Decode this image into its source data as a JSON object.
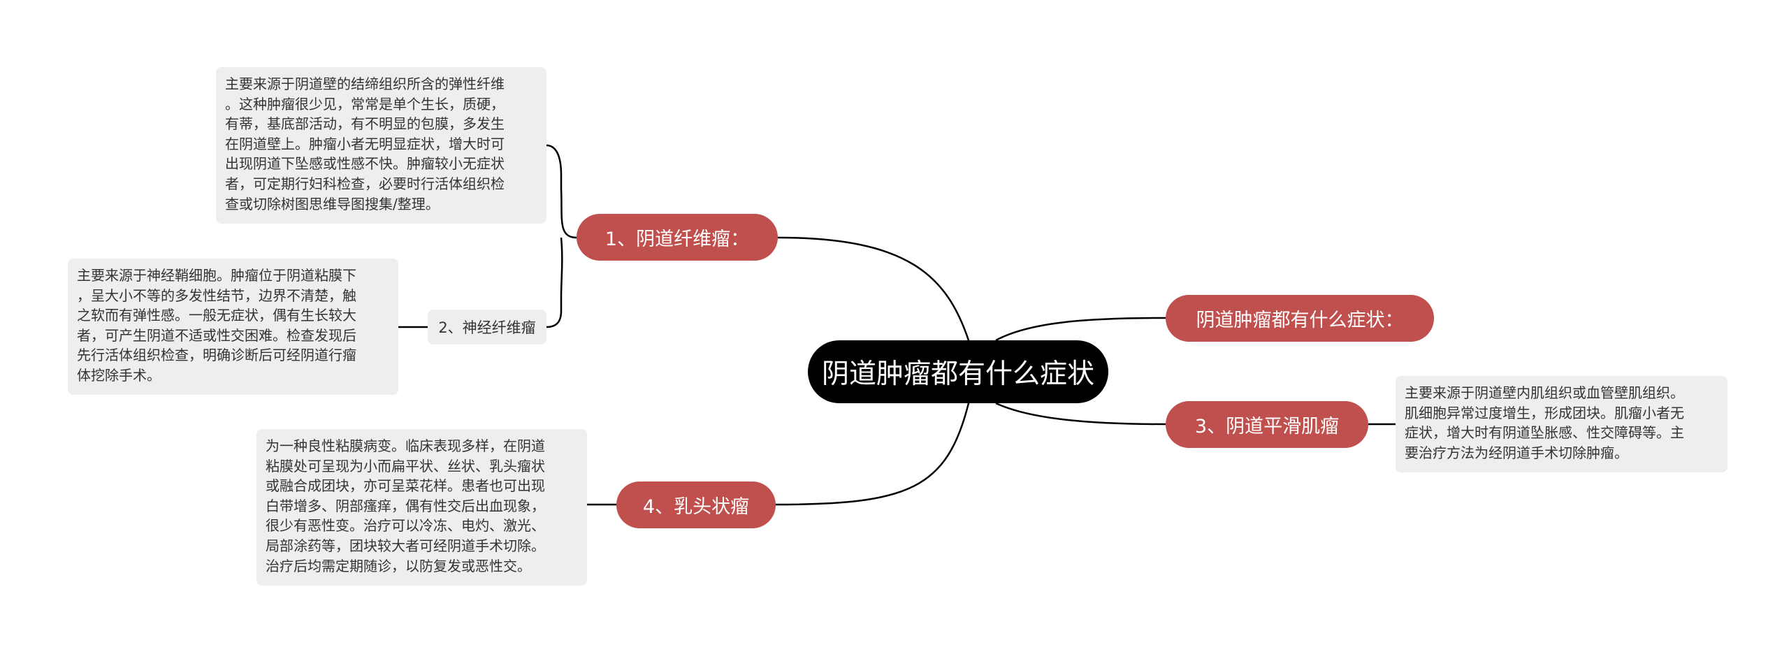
{
  "central": {
    "label": "阴道肿瘤都有什么症状"
  },
  "topics": {
    "t1": {
      "label": "1、阴道纤维瘤："
    },
    "t_header": {
      "label": "阴道肿瘤都有什么症状："
    },
    "t3": {
      "label": "3、阴道平滑肌瘤"
    },
    "t4": {
      "label": "4、乳头状瘤"
    }
  },
  "subtopics": {
    "s2": {
      "label": "2、神经纤维瘤"
    }
  },
  "notes": {
    "fibroma": {
      "lines": [
        "主要来源于阴道壁的结缔组织所含的弹性纤维",
        "。这种肿瘤很少见，常常是单个生长，质硬，",
        "有蒂，基底部活动，有不明显的包膜，多发生",
        "在阴道壁上。肿瘤小者无明显症状，增大时可",
        "出现阴道下坠感或性感不快。肿瘤较小无症状",
        "者，可定期行妇科检查，必要时行活体组织检",
        "查或切除树图思维导图搜集/整理。"
      ]
    },
    "neurofibroma": {
      "lines": [
        "主要来源于神经鞘细胞。肿瘤位于阴道粘膜下",
        "，呈大小不等的多发性结节，边界不清楚，触",
        "之软而有弹性感。一般无症状，偶有生长较大",
        "者，可产生阴道不适或性交困难。检查发现后",
        "先行活体组织检查，明确诊断后可经阴道行瘤",
        "体挖除手术。"
      ]
    },
    "leiomyoma": {
      "lines": [
        "主要来源于阴道壁内肌组织或血管壁肌组织。",
        "肌细胞异常过度增生，形成团块。肌瘤小者无",
        "症状，增大时有阴道坠胀感、性交障碍等。主",
        "要治疗方法为经阴道手术切除肿瘤。"
      ]
    },
    "papilloma": {
      "lines": [
        "为一种良性粘膜病变。临床表现多样，在阴道",
        "粘膜处可呈现为小而扁平状、丝状、乳头瘤状",
        "或融合成团块，亦可呈菜花样。患者也可出现",
        "白带增多、阴部瘙痒，偶有性交后出血现象，",
        "很少有恶性变。治疗可以冷冻、电灼、激光、",
        "局部涂药等，团块较大者可经阴道手术切除。",
        "治疗后均需定期随诊，以防复发或恶性交。"
      ]
    }
  },
  "colors": {
    "central_bg": "#000000",
    "topic_bg": "#c0504d",
    "note_bg": "#eeeeee",
    "line": "#000000"
  }
}
